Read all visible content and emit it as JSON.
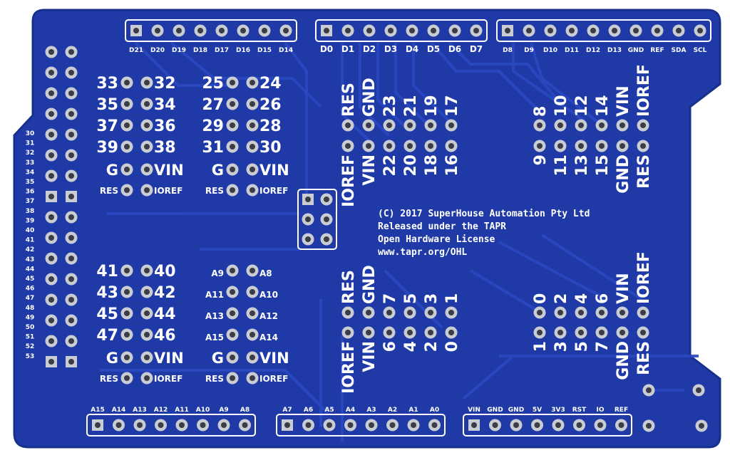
{
  "colors": {
    "board": "#1f3aa6",
    "board_edge": "#17308c",
    "silk": "#ffffff",
    "pad": "#c9ccd2",
    "hole": "#3a3d45",
    "trace": "#2845b8"
  },
  "header_top": {
    "left": [
      "D21",
      "D20",
      "D19",
      "D18",
      "D17",
      "D16",
      "D15",
      "D14"
    ],
    "mid": [
      "D0",
      "D1",
      "D2",
      "D3",
      "D4",
      "D5",
      "D6",
      "D7"
    ],
    "right": [
      "D8",
      "D9",
      "D10",
      "D11",
      "D12",
      "D13",
      "GND",
      "REF",
      "SDA",
      "SCL"
    ]
  },
  "header_left_numbers": [
    "30",
    "31",
    "32",
    "33",
    "34",
    "35",
    "36",
    "37",
    "38",
    "39",
    "40",
    "41",
    "42",
    "43",
    "44",
    "45",
    "46",
    "47",
    "48",
    "49",
    "50",
    "51",
    "52",
    "53"
  ],
  "block_top_left": {
    "rows": [
      [
        "33",
        "32"
      ],
      [
        "35",
        "34"
      ],
      [
        "37",
        "36"
      ],
      [
        "39",
        "38"
      ]
    ],
    "g": "G",
    "vin": "VIN",
    "res": "RES",
    "ioref": "IOREF"
  },
  "block_top_mid": {
    "rows": [
      [
        "25",
        "24"
      ],
      [
        "27",
        "26"
      ],
      [
        "29",
        "28"
      ],
      [
        "31",
        "30"
      ]
    ],
    "g": "G",
    "vin": "VIN",
    "res": "RES",
    "ioref": "IOREF"
  },
  "block_bot_left": {
    "rows": [
      [
        "41",
        "40"
      ],
      [
        "43",
        "42"
      ],
      [
        "45",
        "44"
      ],
      [
        "47",
        "46"
      ]
    ],
    "g": "G",
    "vin": "VIN",
    "res": "RES",
    "ioref": "IOREF"
  },
  "block_bot_mid": {
    "rows": [
      [
        "A9",
        "A8"
      ],
      [
        "A11",
        "A10"
      ],
      [
        "A13",
        "A12"
      ],
      [
        "A15",
        "A14"
      ]
    ],
    "g": "G",
    "vin": "VIN",
    "res": "RES",
    "ioref": "IOREF"
  },
  "vert_top_center": {
    "top": [
      "RES",
      "GND",
      "23",
      "21",
      "19",
      "17"
    ],
    "bottom": [
      "IOREF",
      "VIN",
      "22",
      "20",
      "18",
      "16"
    ]
  },
  "vert_top_right": {
    "top": [
      "8",
      "10",
      "12",
      "14",
      "VIN",
      "IOREF"
    ],
    "bottom": [
      "9",
      "11",
      "13",
      "15",
      "GND",
      "RES"
    ]
  },
  "vert_bot_center": {
    "top": [
      "RES",
      "GND",
      "7",
      "5",
      "3",
      "1"
    ],
    "bottom": [
      "IOREF",
      "VIN",
      "6",
      "4",
      "2",
      "0"
    ]
  },
  "vert_bot_right": {
    "top": [
      "0",
      "2",
      "4",
      "6",
      "VIN",
      "IOREF"
    ],
    "bottom": [
      "1",
      "3",
      "5",
      "7",
      "GND",
      "RES"
    ]
  },
  "notice": {
    "line1": "(C) 2017 SuperHouse Automation Pty Ltd",
    "line2": "Released under the TAPR",
    "line3": "Open Hardware License",
    "line4": "www.tapr.org/OHL"
  },
  "header_bottom": {
    "left": [
      "A15",
      "A14",
      "A13",
      "A12",
      "A11",
      "A10",
      "A9",
      "A8"
    ],
    "mid": [
      "A7",
      "A6",
      "A5",
      "A4",
      "A3",
      "A2",
      "A1",
      "A0"
    ],
    "right": [
      "VIN",
      "GND",
      "GND",
      "5V",
      "3V3",
      "RST",
      "IO",
      "REF"
    ]
  }
}
